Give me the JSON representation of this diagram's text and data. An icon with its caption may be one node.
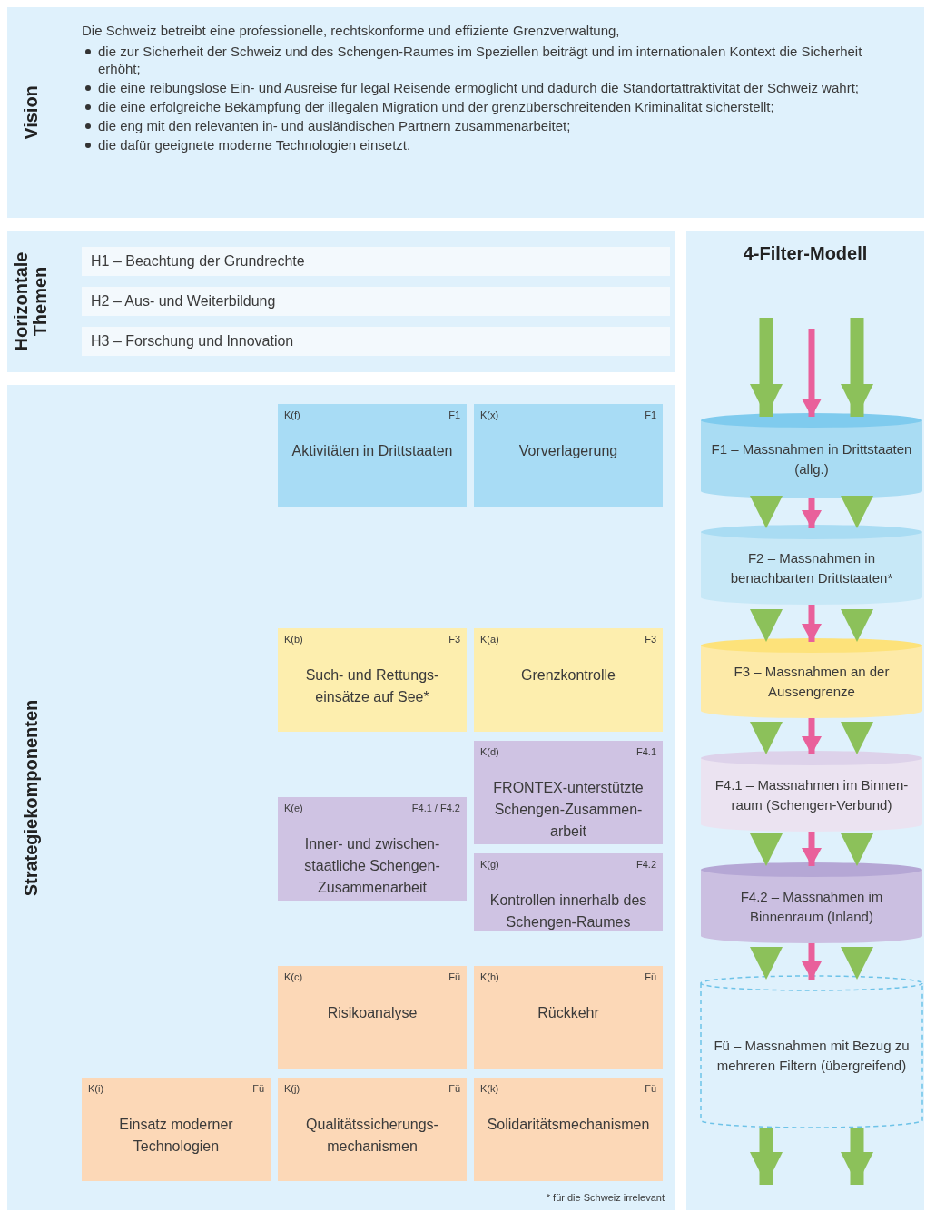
{
  "diagram": {
    "nodes": [
      {
        "text": [
          "Vision",
          "Die Schweiz betreibt eine professionelle, rechtskonforme und effiziente Grenzverwaltung,",
          "die zur Sicherheit der Schweiz und des Schengen-Raumes im Speziellen beiträgt und im internationalen Kontext die Sicherheit erhöht;",
          "die eine reibungslose Ein- und Ausreise für legal Reisende ermöglicht und dadurch die Standortattraktivität der Schweiz wahrt;",
          "die eine erfolgreiche Bekämpfung der illegalen Migration und der grenzüberschreitenden Kriminalität sicherstellt;",
          "die eng mit den relevanten in- und ausländischen Partnern zusammenarbeitet;",
          "die dafür geeignete moderne Technologien einsetzt."
        ]
      },
      {
        "text": [
          "Horizontale Themen"
        ]
      },
      {
        "text": [
          "H1 – Beachtung der Grundrechte"
        ],
        "in": 1
      },
      {
        "text": [
          "H2 – Aus- und Weiterbildung"
        ],
        "in": 1
      },
      {
        "text": [
          "H3 – Forschung und Innovation"
        ],
        "in": 1
      },
      {
        "text": [
          "Strategiekomponenten"
        ]
      },
      {
        "text": [
          "K(f)",
          "F1",
          "Aktivitäten in Drittstaaten"
        ],
        "in": 5
      },
      {
        "text": [
          "K(x)",
          "F1",
          "Vorverlagerung"
        ],
        "in": 5
      },
      {
        "text": [
          "K(b)",
          "F3",
          "Such- und Rettungs-einsätze auf See*"
        ],
        "in": 5
      },
      {
        "text": [
          "K(a)",
          "F3",
          "Grenzkontrolle"
        ],
        "in": 5
      },
      {
        "text": [
          "K(d)",
          "F4.1",
          "FRONTEX-unterstützte Schengen-Zusammen-arbeit"
        ],
        "in": 5
      },
      {
        "text": [
          "K(e)",
          "F4.1 / F4.2",
          "Inner- und zwischen-staatliche Schengen-Zusammenarbeit"
        ],
        "in": 5
      },
      {
        "text": [
          "K(g)",
          "F4.2",
          "Kontrollen innerhalb des Schengen-Raumes"
        ],
        "in": 5
      },
      {
        "text": [
          "K(c)",
          "Fü",
          "Risikoanalyse"
        ],
        "in": 5
      },
      {
        "text": [
          "K(h)",
          "Fü",
          "Rückkehr"
        ],
        "in": 5
      },
      {
        "text": [
          "K(i)",
          "Fü",
          "Einsatz moderner Technologien"
        ],
        "in": 5
      },
      {
        "text": [
          "K(j)",
          "Fü",
          "Qualitätssicherungs-mechanismen"
        ],
        "in": 5
      },
      {
        "text": [
          "K(k)",
          "Fü",
          "Solidaritätsmechanismen"
        ],
        "in": 5
      },
      {
        "text": [
          "4-Filter-Modell"
        ]
      },
      {
        "text": [
          "F1 – Massnahmen in Drittstaaten (allg.)"
        ],
        "in": 18
      },
      {
        "text": [
          "F2 – Massnahmen in benachbarten Drittstaaten*"
        ],
        "in": 18
      },
      {
        "text": [
          "F3 – Massnahmen an der Aussengrenze"
        ],
        "in": 18
      },
      {
        "text": [
          "F4.1 – Massnahmen im Binnen-raum (Schengen-Verbund)"
        ],
        "in": 18
      },
      {
        "text": [
          "F4.2 – Massnahmen im Binnenraum (Inland)"
        ],
        "in": 18
      },
      {
        "text": [
          "Fü – Massnahmen mit Bezug zu mehreren Filtern (übergreifend)"
        ],
        "in": 18
      }
    ],
    "edges": [
      {
        "from": null,
        "to": 19,
        "arrow": "to",
        "style": "thick"
      },
      {
        "from": null,
        "to": 19,
        "arrow": "to",
        "style": "thick",
        "color": "#e9609b"
      },
      {
        "from": null,
        "to": 19,
        "arrow": "to",
        "style": "thick"
      },
      {
        "from": 19,
        "to": 20,
        "arrow": "to"
      },
      {
        "from": 19,
        "to": 20,
        "arrow": "to",
        "style": "thick",
        "color": "#e9609b"
      },
      {
        "from": 19,
        "to": 20,
        "arrow": "to"
      },
      {
        "from": 20,
        "to": 21,
        "arrow": "to"
      },
      {
        "from": 20,
        "to": 21,
        "arrow": "to",
        "style": "thick",
        "color": "#e9609b"
      },
      {
        "from": 20,
        "to": 21,
        "arrow": "to"
      },
      {
        "from": 21,
        "to": 22,
        "arrow": "to"
      },
      {
        "from": 21,
        "to": 22,
        "arrow": "to",
        "style": "thick",
        "color": "#e9609b"
      },
      {
        "from": 21,
        "to": 22,
        "arrow": "to"
      },
      {
        "from": 22,
        "to": 23,
        "arrow": "to"
      },
      {
        "from": 22,
        "to": 23,
        "arrow": "to",
        "style": "thick",
        "color": "#e9609b"
      },
      {
        "from": 22,
        "to": 23,
        "arrow": "to"
      },
      {
        "from": 23,
        "to": 24,
        "arrow": "to"
      },
      {
        "from": 23,
        "to": 24,
        "arrow": "to",
        "style": "thick",
        "color": "#e9609b"
      },
      {
        "from": 23,
        "to": 24,
        "arrow": "to"
      },
      {
        "from": 24,
        "to": null,
        "arrow": "to",
        "style": "thick"
      },
      {
        "from": 24,
        "to": null,
        "arrow": "to",
        "style": "thick"
      }
    ],
    "labels": [
      "* für die Schweiz irrelevant"
    ]
  }
}
